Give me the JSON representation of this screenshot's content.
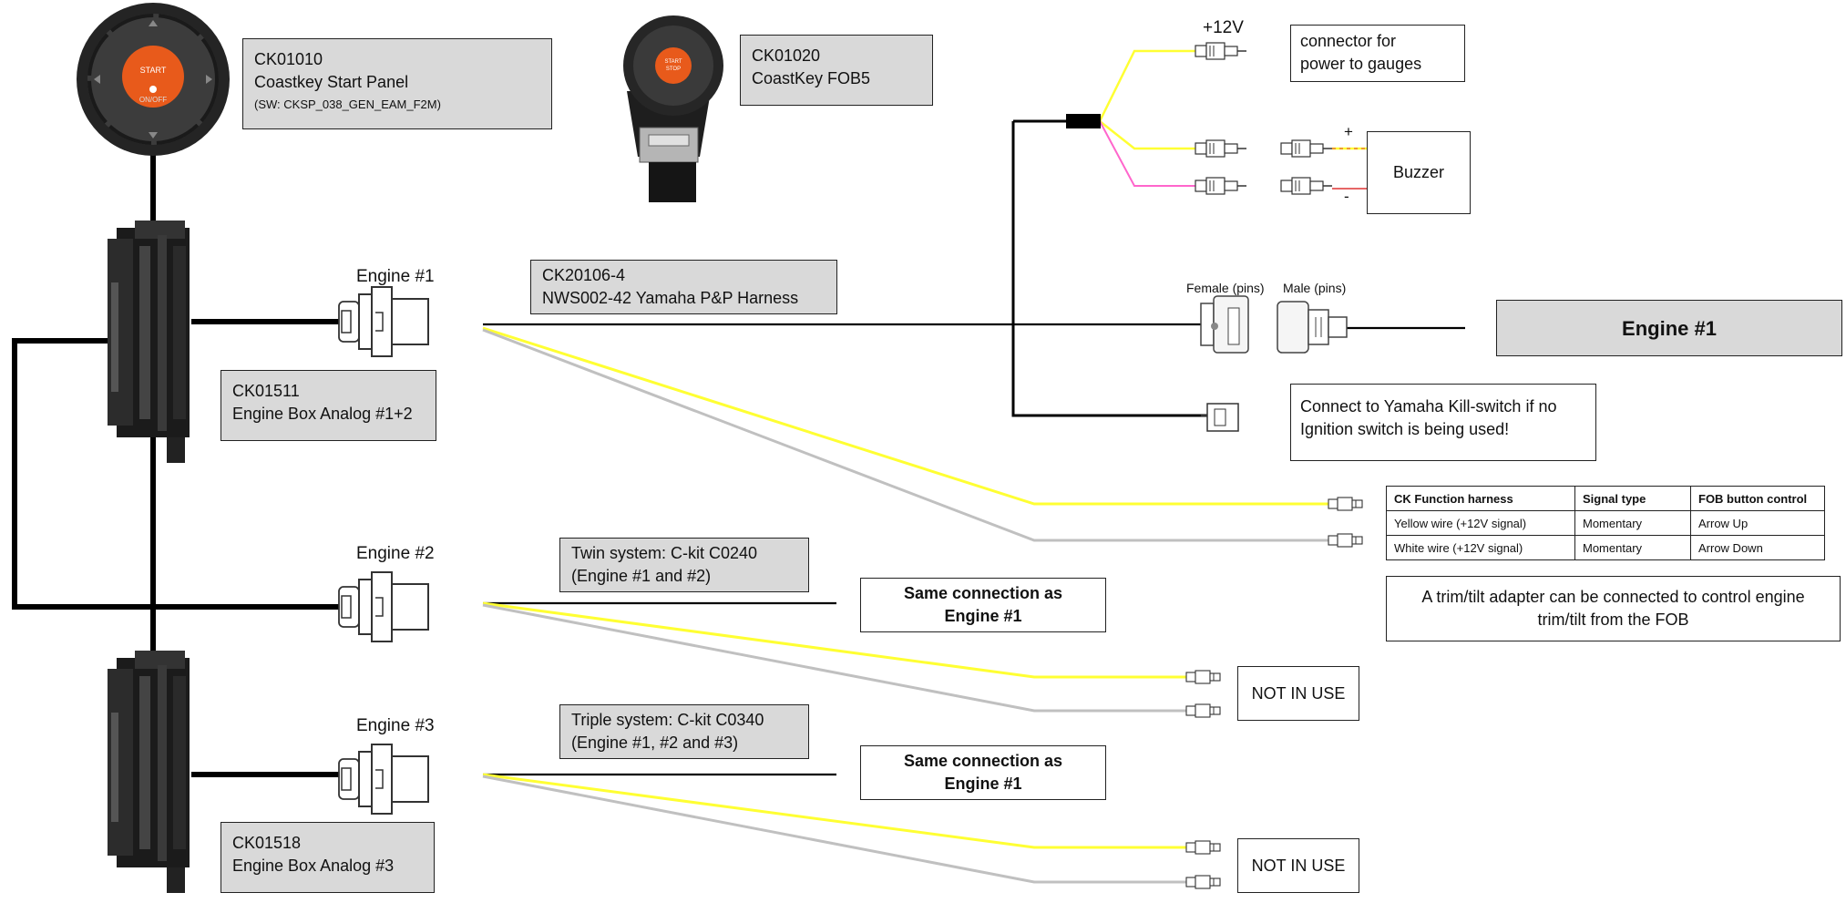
{
  "start_panel": {
    "code": "CK01010",
    "name": "Coastkey Start Panel",
    "sw": "(SW: CKSP_038_GEN_EAM_F2M)",
    "button_label": "START",
    "on_off_label": "ON/OFF"
  },
  "fob": {
    "code": "CK01020",
    "name": "CoastKey FOB5",
    "button_label_1": "START",
    "button_label_2": "STOP"
  },
  "gauge_connector": {
    "voltage": "+12V",
    "text_1": "connector for",
    "text_2": "power to gauges"
  },
  "buzzer": {
    "label": "Buzzer",
    "plus": "+",
    "minus": "-"
  },
  "harness": {
    "code": "CK20106-4",
    "name": "NWS002-42 Yamaha P&P Harness"
  },
  "engine_conn": {
    "female": "Female (pins)",
    "male": "Male (pins)",
    "engine": "Engine #1"
  },
  "kill_switch": {
    "line_1": "Connect to Yamaha Kill-switch if no",
    "line_2": "Ignition switch is being used!"
  },
  "engine_box_1": {
    "code": "CK01511",
    "name": "Engine Box Analog #1+2"
  },
  "engine_box_2": {
    "code": "CK01518",
    "name": "Engine Box Analog #3"
  },
  "engine_labels": [
    "Engine #1",
    "Engine #2",
    "Engine #3"
  ],
  "twin": {
    "line_1": "Twin system: C-kit C0240",
    "line_2": "(Engine #1 and #2)"
  },
  "triple": {
    "line_1": "Triple system: C-kit C0340",
    "line_2": "(Engine #1, #2 and #3)"
  },
  "same_connection": {
    "line_1": "Same connection as",
    "line_2": "Engine #1"
  },
  "not_in_use": "NOT IN USE",
  "function_table": {
    "headers": [
      "CK Function harness",
      "Signal type",
      "FOB button control"
    ],
    "rows": [
      [
        "Yellow wire (+12V signal)",
        "Momentary",
        "Arrow Up"
      ],
      [
        "White wire (+12V signal)",
        "Momentary",
        "Arrow Down"
      ]
    ]
  },
  "trim_note": {
    "line_1": "A trim/tilt adapter can be connected to control engine",
    "line_2": "trim/tilt from the FOB"
  },
  "colors": {
    "yellow_wire": "#ffff33",
    "white_wire": "#c0c0c0",
    "pink_wire": "#ff66cc",
    "black_wire": "#000000",
    "box_gray": "#d9d9d9",
    "start_orange": "#e85a1b"
  }
}
